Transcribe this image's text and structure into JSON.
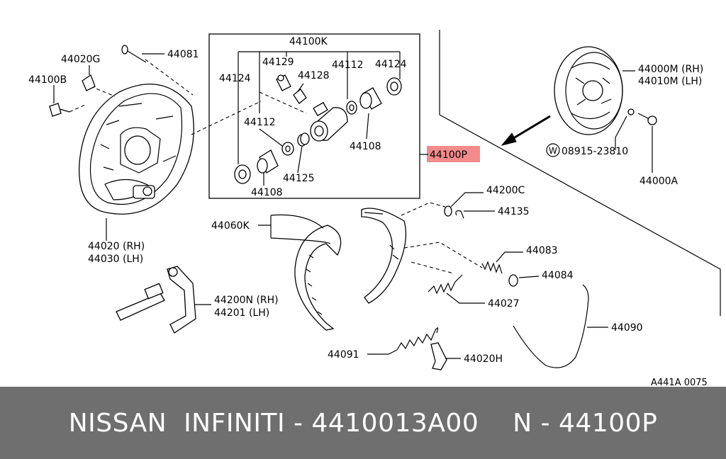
{
  "labels": {
    "p44100K": "44100K",
    "p44124a": "44124",
    "p44129": "44129",
    "p44128": "44128",
    "p44112a": "44112",
    "p44124b": "44124",
    "p44112b": "44112",
    "p44108a": "44108",
    "p44125": "44125",
    "p44108b": "44108",
    "p44100P": "44100P",
    "p44020G": "44020G",
    "p44081": "44081",
    "p44100B": "44100B",
    "p44020": "44020 (RH)",
    "p44030": "44030 (LH)",
    "p44000M": "44000M (RH)",
    "p44010M": "44010M (LH)",
    "p08915": "08915-23810",
    "p08915_prefix": "W",
    "p44000A": "44000A",
    "p44060K": "44060K",
    "p44200C": "44200C",
    "p44135": "44135",
    "p44083": "44083",
    "p44084": "44084",
    "p44027": "44027",
    "p44200N": "44200N (RH)",
    "p44201": "44201  (LH)",
    "p44090": "44090",
    "p44091": "44091",
    "p44020H": "44020H",
    "code": "A441A 0075"
  },
  "highlight_color": "#f28b8b",
  "footer": {
    "brand": "NISSAN  INFINITI - 4410013A00",
    "part": "N - 44100P"
  }
}
